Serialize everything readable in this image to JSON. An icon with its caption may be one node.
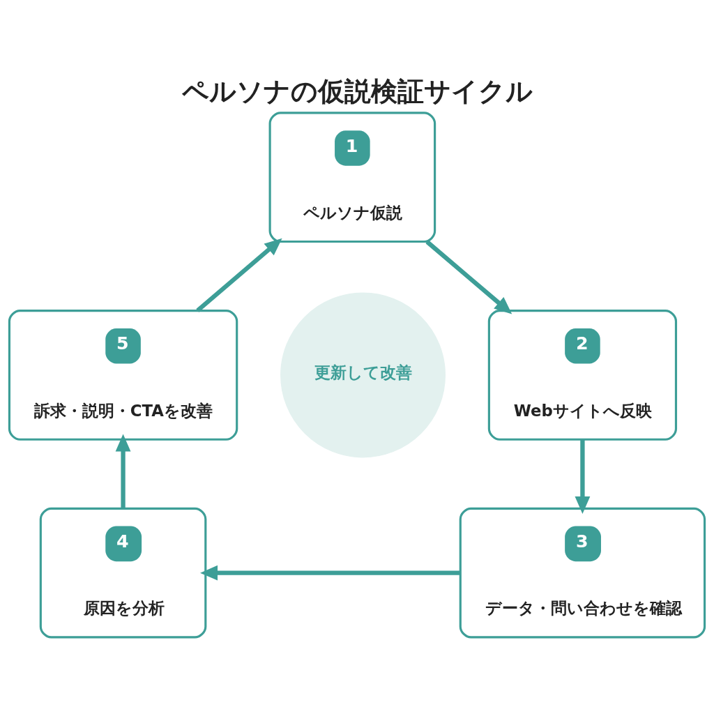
{
  "diagram": {
    "title": "ペルソナの仮説検証サイクル",
    "nodes": [
      {
        "text": [
          "1",
          "ペルソナ仮説"
        ]
      },
      {
        "text": [
          "5",
          "訴求・説明・CTAを改善"
        ]
      },
      {
        "text": [
          "更新して改善"
        ]
      },
      {
        "text": [
          "2",
          "Webサイトへ反映"
        ]
      },
      {
        "text": [
          "4",
          "原因を分析"
        ]
      },
      {
        "text": [
          "3",
          "データ・問い合わせを確認"
        ]
      }
    ],
    "edges": [
      {
        "from": 0,
        "to": 3,
        "arrow": "to"
      },
      {
        "from": 3,
        "to": 5,
        "arrow": "to"
      },
      {
        "from": 5,
        "to": 4,
        "arrow": "to"
      },
      {
        "from": 4,
        "to": 1,
        "arrow": "to"
      },
      {
        "from": 1,
        "to": 0,
        "arrow": "to"
      }
    ]
  }
}
